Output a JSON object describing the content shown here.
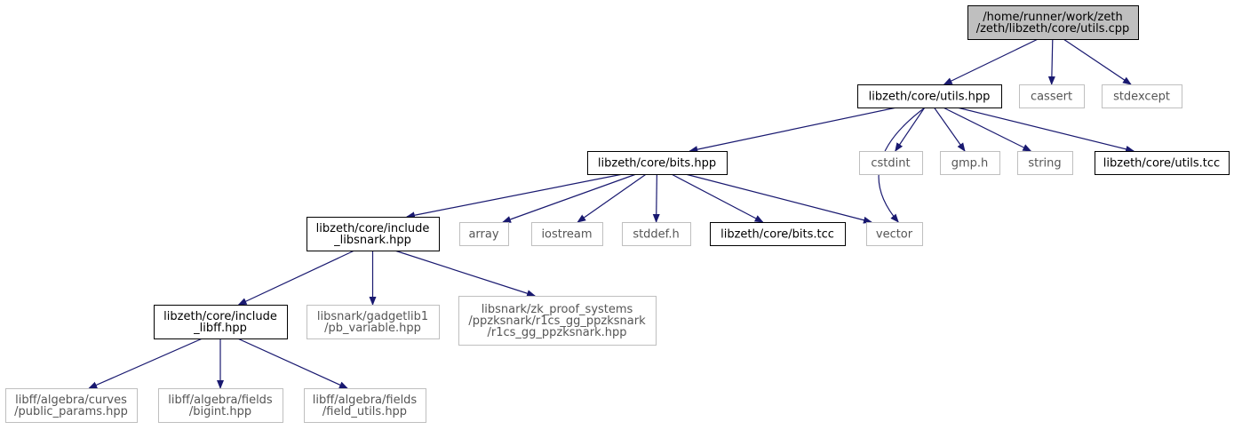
{
  "graph": {
    "colors": {
      "edge": "#191970",
      "root_fill": "#bfbfbf",
      "internal_border": "#000000",
      "external_border": "#bfbfbf",
      "node_fill": "#ffffff"
    },
    "nodes": [
      {
        "id": "utils_cpp",
        "kind": "root",
        "lines": [
          "/home/runner/work/zeth",
          "/zeth/libzeth/core/utils.cpp"
        ]
      },
      {
        "id": "utils_hpp",
        "kind": "internal",
        "lines": [
          "libzeth/core/utils.hpp"
        ]
      },
      {
        "id": "cassert",
        "kind": "external",
        "lines": [
          "cassert"
        ]
      },
      {
        "id": "stdexcept",
        "kind": "external",
        "lines": [
          "stdexcept"
        ]
      },
      {
        "id": "bits_hpp",
        "kind": "internal",
        "lines": [
          "libzeth/core/bits.hpp"
        ]
      },
      {
        "id": "cstdint",
        "kind": "external",
        "lines": [
          "cstdint"
        ]
      },
      {
        "id": "gmp_h",
        "kind": "external",
        "lines": [
          "gmp.h"
        ]
      },
      {
        "id": "string",
        "kind": "external",
        "lines": [
          "string"
        ]
      },
      {
        "id": "utils_tcc",
        "kind": "internal",
        "lines": [
          "libzeth/core/utils.tcc"
        ]
      },
      {
        "id": "include_libsnark",
        "kind": "internal",
        "lines": [
          "libzeth/core/include",
          "_libsnark.hpp"
        ]
      },
      {
        "id": "array",
        "kind": "external",
        "lines": [
          "array"
        ]
      },
      {
        "id": "iostream",
        "kind": "external",
        "lines": [
          "iostream"
        ]
      },
      {
        "id": "stddef_h",
        "kind": "external",
        "lines": [
          "stddef.h"
        ]
      },
      {
        "id": "bits_tcc",
        "kind": "internal",
        "lines": [
          "libzeth/core/bits.tcc"
        ]
      },
      {
        "id": "vector",
        "kind": "external",
        "lines": [
          "vector"
        ]
      },
      {
        "id": "include_libff",
        "kind": "internal",
        "lines": [
          "libzeth/core/include",
          "_libff.hpp"
        ]
      },
      {
        "id": "pb_variable",
        "kind": "external",
        "lines": [
          "libsnark/gadgetlib1",
          "/pb_variable.hpp"
        ]
      },
      {
        "id": "r1cs_gg",
        "kind": "external",
        "lines": [
          "libsnark/zk_proof_systems",
          "/ppzksnark/r1cs_gg_ppzksnark",
          "/r1cs_gg_ppzksnark.hpp"
        ]
      },
      {
        "id": "public_params",
        "kind": "external",
        "lines": [
          "libff/algebra/curves",
          "/public_params.hpp"
        ]
      },
      {
        "id": "bigint",
        "kind": "external",
        "lines": [
          "libff/algebra/fields",
          "/bigint.hpp"
        ]
      },
      {
        "id": "field_utils",
        "kind": "external",
        "lines": [
          "libff/algebra/fields",
          "/field_utils.hpp"
        ]
      }
    ],
    "edges": [
      {
        "from": "utils_cpp",
        "to": "utils_hpp"
      },
      {
        "from": "utils_cpp",
        "to": "cassert"
      },
      {
        "from": "utils_cpp",
        "to": "stdexcept"
      },
      {
        "from": "utils_hpp",
        "to": "bits_hpp"
      },
      {
        "from": "utils_hpp",
        "to": "vector"
      },
      {
        "from": "utils_hpp",
        "to": "cstdint"
      },
      {
        "from": "utils_hpp",
        "to": "gmp_h"
      },
      {
        "from": "utils_hpp",
        "to": "string"
      },
      {
        "from": "utils_hpp",
        "to": "utils_tcc"
      },
      {
        "from": "bits_hpp",
        "to": "include_libsnark"
      },
      {
        "from": "bits_hpp",
        "to": "array"
      },
      {
        "from": "bits_hpp",
        "to": "iostream"
      },
      {
        "from": "bits_hpp",
        "to": "stddef_h"
      },
      {
        "from": "bits_hpp",
        "to": "bits_tcc"
      },
      {
        "from": "bits_hpp",
        "to": "vector"
      },
      {
        "from": "include_libsnark",
        "to": "include_libff"
      },
      {
        "from": "include_libsnark",
        "to": "pb_variable"
      },
      {
        "from": "include_libsnark",
        "to": "r1cs_gg"
      },
      {
        "from": "include_libff",
        "to": "public_params"
      },
      {
        "from": "include_libff",
        "to": "bigint"
      },
      {
        "from": "include_libff",
        "to": "field_utils"
      }
    ]
  }
}
